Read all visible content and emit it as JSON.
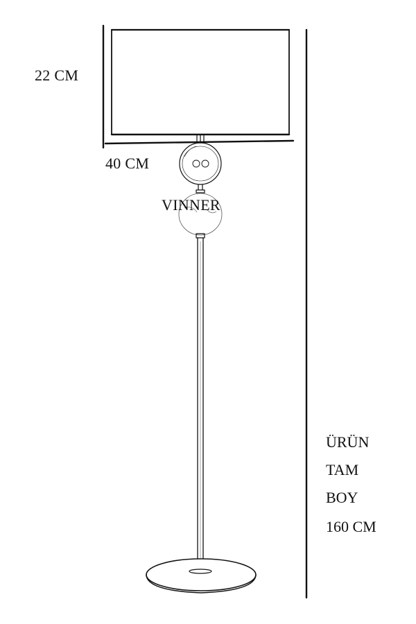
{
  "dimensions": {
    "shade_height": "22 CM",
    "shade_width": "40 CM",
    "total_height_lines": [
      "ÜRÜN",
      "TAM",
      "BOY",
      "160 CM"
    ]
  },
  "brand": "VINNER",
  "colors": {
    "line": "#111111",
    "background": "#ffffff"
  }
}
